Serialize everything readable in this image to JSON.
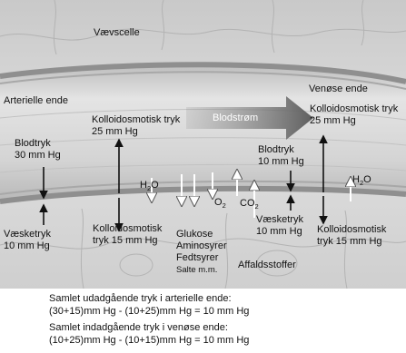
{
  "diagram": {
    "tissue_cell_label": "Vævscelle",
    "arterial_end_label": "Arterielle ende",
    "venous_end_label": "Venøse ende",
    "blood_flow_label": "Blodstrøm",
    "arterial": {
      "colloid_inside": [
        "Kolloidosmotisk tryk",
        "25 mm Hg"
      ],
      "blood_pressure": [
        "Blodtryk",
        "30 mm Hg"
      ],
      "fluid_pressure": [
        "Væsketryk",
        "10 mm Hg"
      ],
      "colloid_tissue": [
        "Kolloidosmotisk",
        "tryk 15 mm Hg"
      ]
    },
    "venous": {
      "colloid_inside": [
        "Kolloidosmotisk tryk",
        "25 mm Hg"
      ],
      "blood_pressure": [
        "Blodtryk",
        "10 mm Hg"
      ],
      "fluid_pressure": [
        "Væsketryk",
        "10 mm Hg"
      ],
      "colloid_tissue": [
        "Kolloidosmotisk",
        "tryk 15 mm Hg"
      ]
    },
    "substances": {
      "h2o": "H",
      "h2o_sub": "2",
      "h2o_tail": "O",
      "o2": "O",
      "o2_sub": "2",
      "co2": "CO",
      "co2_sub": "2",
      "nutrients": [
        "Glukose",
        "Aminosyrer",
        "Fedtsyrer"
      ],
      "salts": "Salte m.m.",
      "waste": "Affaldsstoffer"
    }
  },
  "summary": {
    "arterial_title": "Samlet udadgående tryk i arterielle ende:",
    "arterial_formula": "(30+15)mm Hg - (10+25)mm Hg = 10 mm Hg",
    "venous_title": "Samlet indadgående tryk i venøse ende:",
    "venous_formula": "(10+25)mm Hg - (10+15)mm Hg = 10 mm Hg"
  },
  "colors": {
    "tissue": "#d9d9d9",
    "vessel": "#cfcfcf",
    "flow_arrow": "#6d6d6d"
  }
}
